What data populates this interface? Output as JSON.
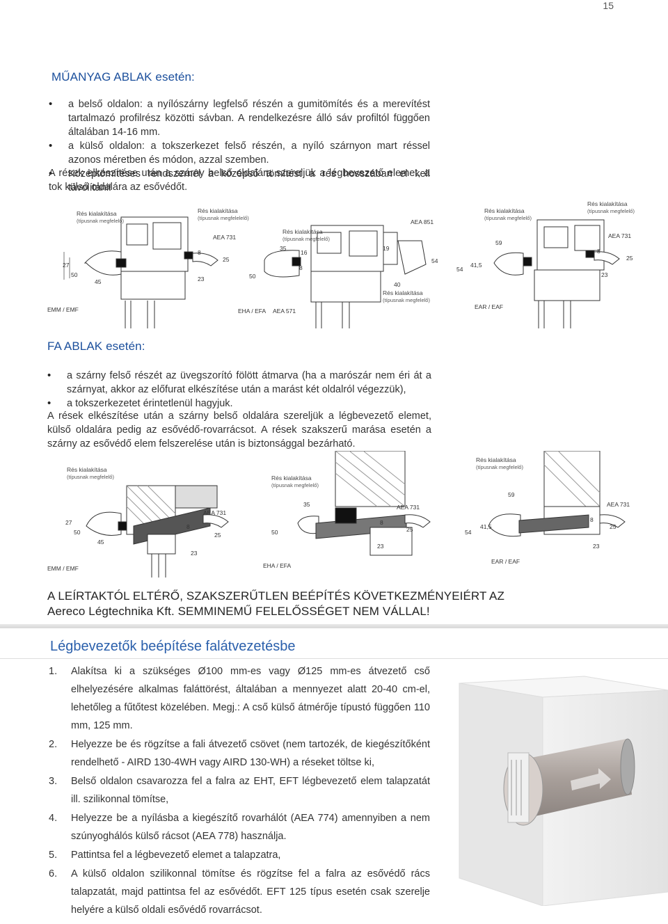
{
  "page_number": "15",
  "plastic": {
    "title": "MŰANYAG ABLAK esetén:",
    "bullets": [
      "a belső oldalon: a nyílószárny legfelső részén a gumitömítés és a merevítést tartalmazó profilrész közötti sávban. A rendelkezésre álló sáv profiltól függően általában 14-16 mm.",
      "a külső oldalon: a tokszerkezet felső részén, a nyíló szárnyon mart réssel azonos méretben és módon, azzal szemben.",
      "Középtömítéses rendszernél a középső tömítést a rés hosszában el kell távolítani!"
    ],
    "closing": "A rések elkészítése után a szárny belső oldalára szereljük a légbevezető elemet, a tok külső oldalára az esővédőt."
  },
  "plastic_drawings": {
    "slot_label": "Rés kialakítása",
    "slot_sub": "(típusnak megfelelő)",
    "slot_sub_alt": "(típusnak megfelelelő)",
    "d1": {
      "tag": "EMM / EMF",
      "code": "AEA 731",
      "dims": [
        "27",
        "50",
        "45",
        "8",
        "25",
        "23"
      ]
    },
    "d2": {
      "tag": "EHA / EFA",
      "code1": "AEA 571",
      "code2": "AEA 851",
      "dims": [
        "35",
        "16",
        "50",
        "8",
        "19",
        "54",
        "40"
      ]
    },
    "d3": {
      "tag": "EAR / EAF",
      "code": "AEA 731",
      "dims": [
        "59",
        "54",
        "41,5",
        "8",
        "25",
        "23"
      ]
    }
  },
  "wood": {
    "title": "FA ABLAK esetén:",
    "bullets": [
      "a szárny felső részét az üvegszorító fölött átmarva (ha a marószár nem éri át a szárnyat, akkor az előfurat elkészítése után a marást két oldalról végezzük),",
      "a tokszerkezetet érintetlenül hagyjuk."
    ],
    "closing": "A rések elkészítése után a szárny belső oldalára szereljük a légbevezető elemet, külső oldalára pedig az esővédő-rovarrácsot. A rések szakszerű marása esetén a szárny az esővédő elem felszerelése után is biztonsággal bezárható."
  },
  "wood_drawings": {
    "slot_label": "Rés kialakítása",
    "slot_sub": "(típusnak megfelelő)",
    "d1": {
      "tag": "EMM / EMF",
      "code": "AEA 731",
      "dims": [
        "27",
        "50",
        "45",
        "8",
        "25",
        "23"
      ]
    },
    "d2": {
      "tag": "EHA / EFA",
      "code": "AEA 731",
      "dims": [
        "35",
        "50",
        "8",
        "25",
        "23"
      ]
    },
    "d3": {
      "tag": "EAR / EAF",
      "code": "AEA 731",
      "dims": [
        "59",
        "54",
        "41,5",
        "8",
        "25",
        "23"
      ]
    }
  },
  "warning": {
    "line1": "A LEÍRTAKTÓL ELTÉRŐ, SZAKSZERŰTLEN BEÉPÍTÉS KÖVETKEZMÉNYEIÉRT AZ",
    "line2": "Aereco Légtechnika Kft. SEMMINEMŰ FELELŐSSÉGET NEM VÁLLAL!"
  },
  "wall": {
    "title": "Légbevezetők beépítése falátvezetésbe",
    "steps": [
      {
        "num": "1.",
        "text": "Alakítsa ki a szükséges Ø100 mm-es vagy Ø125 mm-es átvezető cső elhelyezésére alkalmas faláttörést, általában a mennyezet alatt 20-40 cm-el, lehetőleg a fűtőtest közelében. Megj.: A cső külső átmérője típustó függően 110 mm, 125 mm."
      },
      {
        "num": "2.",
        "text": "Helyezze be és rögzítse a fali átvezető csövet (nem tartozék, de kiegészítőként rendelhető - AIRD 130-4WH vagy AIRD 130-WH) a réseket töltse ki,"
      },
      {
        "num": "3.",
        "text": "Belső oldalon csavarozza fel a falra az EHT, EFT légbevezető elem talapzatát ill. szilikonnal tömítse,"
      },
      {
        "num": "4.",
        "text": "Helyezze be a nyílásba a kiegészítő rovarhálót (AEA 774) amennyiben a nem szúnyoghálós külső rácsot (AEA 778) használja."
      },
      {
        "num": "5.",
        "text": "Pattintsa fel a légbevezető elemet a talapzatra,"
      },
      {
        "num": "6.",
        "text": "A külső oldalon szilikonnal tömítse és rögzítse fel a falra az esővédő rács talapzatát, majd pattintsa fel az esővédőt. EFT 125 típus esetén csak szerelje helyére a külső oldali esővédő rovarrácsot."
      }
    ]
  },
  "colors": {
    "accent": "#1b4f9c",
    "heading": "#2a5fab"
  }
}
